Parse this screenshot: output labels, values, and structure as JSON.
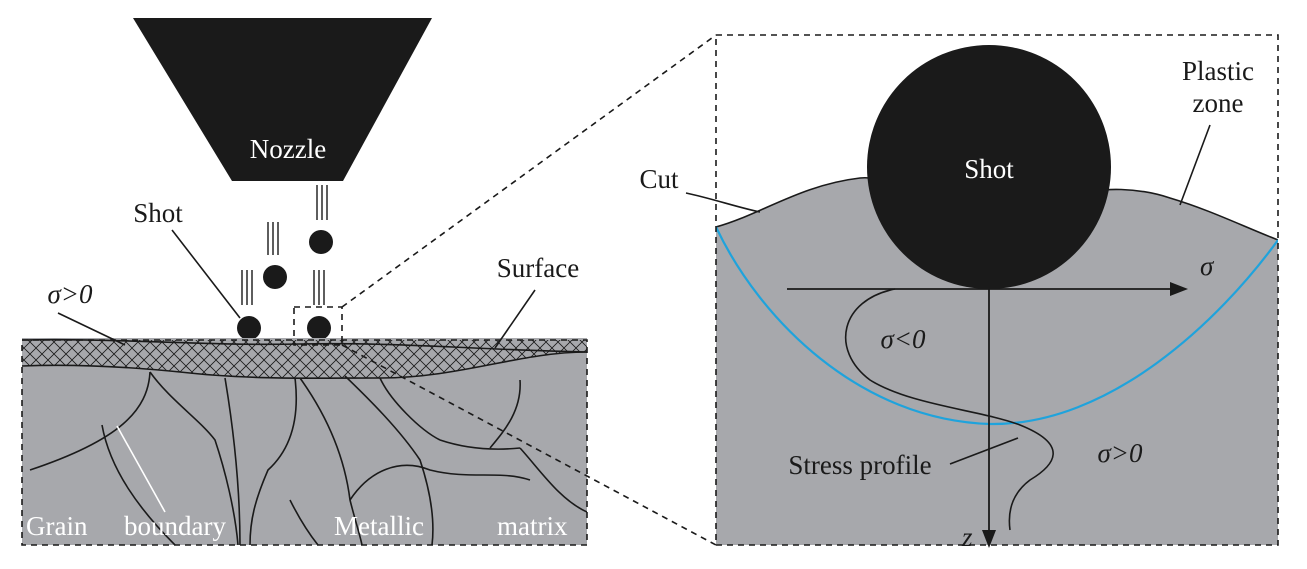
{
  "labels": {
    "nozzle": "Nozzle",
    "shot_left": "Shot",
    "sigma_pos_left": "σ>0",
    "surface": "Surface",
    "grain": "Grain",
    "boundary": "boundary",
    "metallic": "Metallic",
    "matrix": "matrix",
    "cut": "Cut",
    "shot_right": "Shot",
    "plastic": "Plastic",
    "zone": "zone",
    "sigma_axis": "σ",
    "sigma_neg": "σ<0",
    "sigma_pos_right": "σ>0",
    "stress_profile": "Stress profile",
    "z_axis": "z"
  },
  "colors": {
    "material_gray": "#a7a8ac",
    "ink": "#1a1a1a",
    "plastic_zone_boundary": "#1fa3dc"
  }
}
